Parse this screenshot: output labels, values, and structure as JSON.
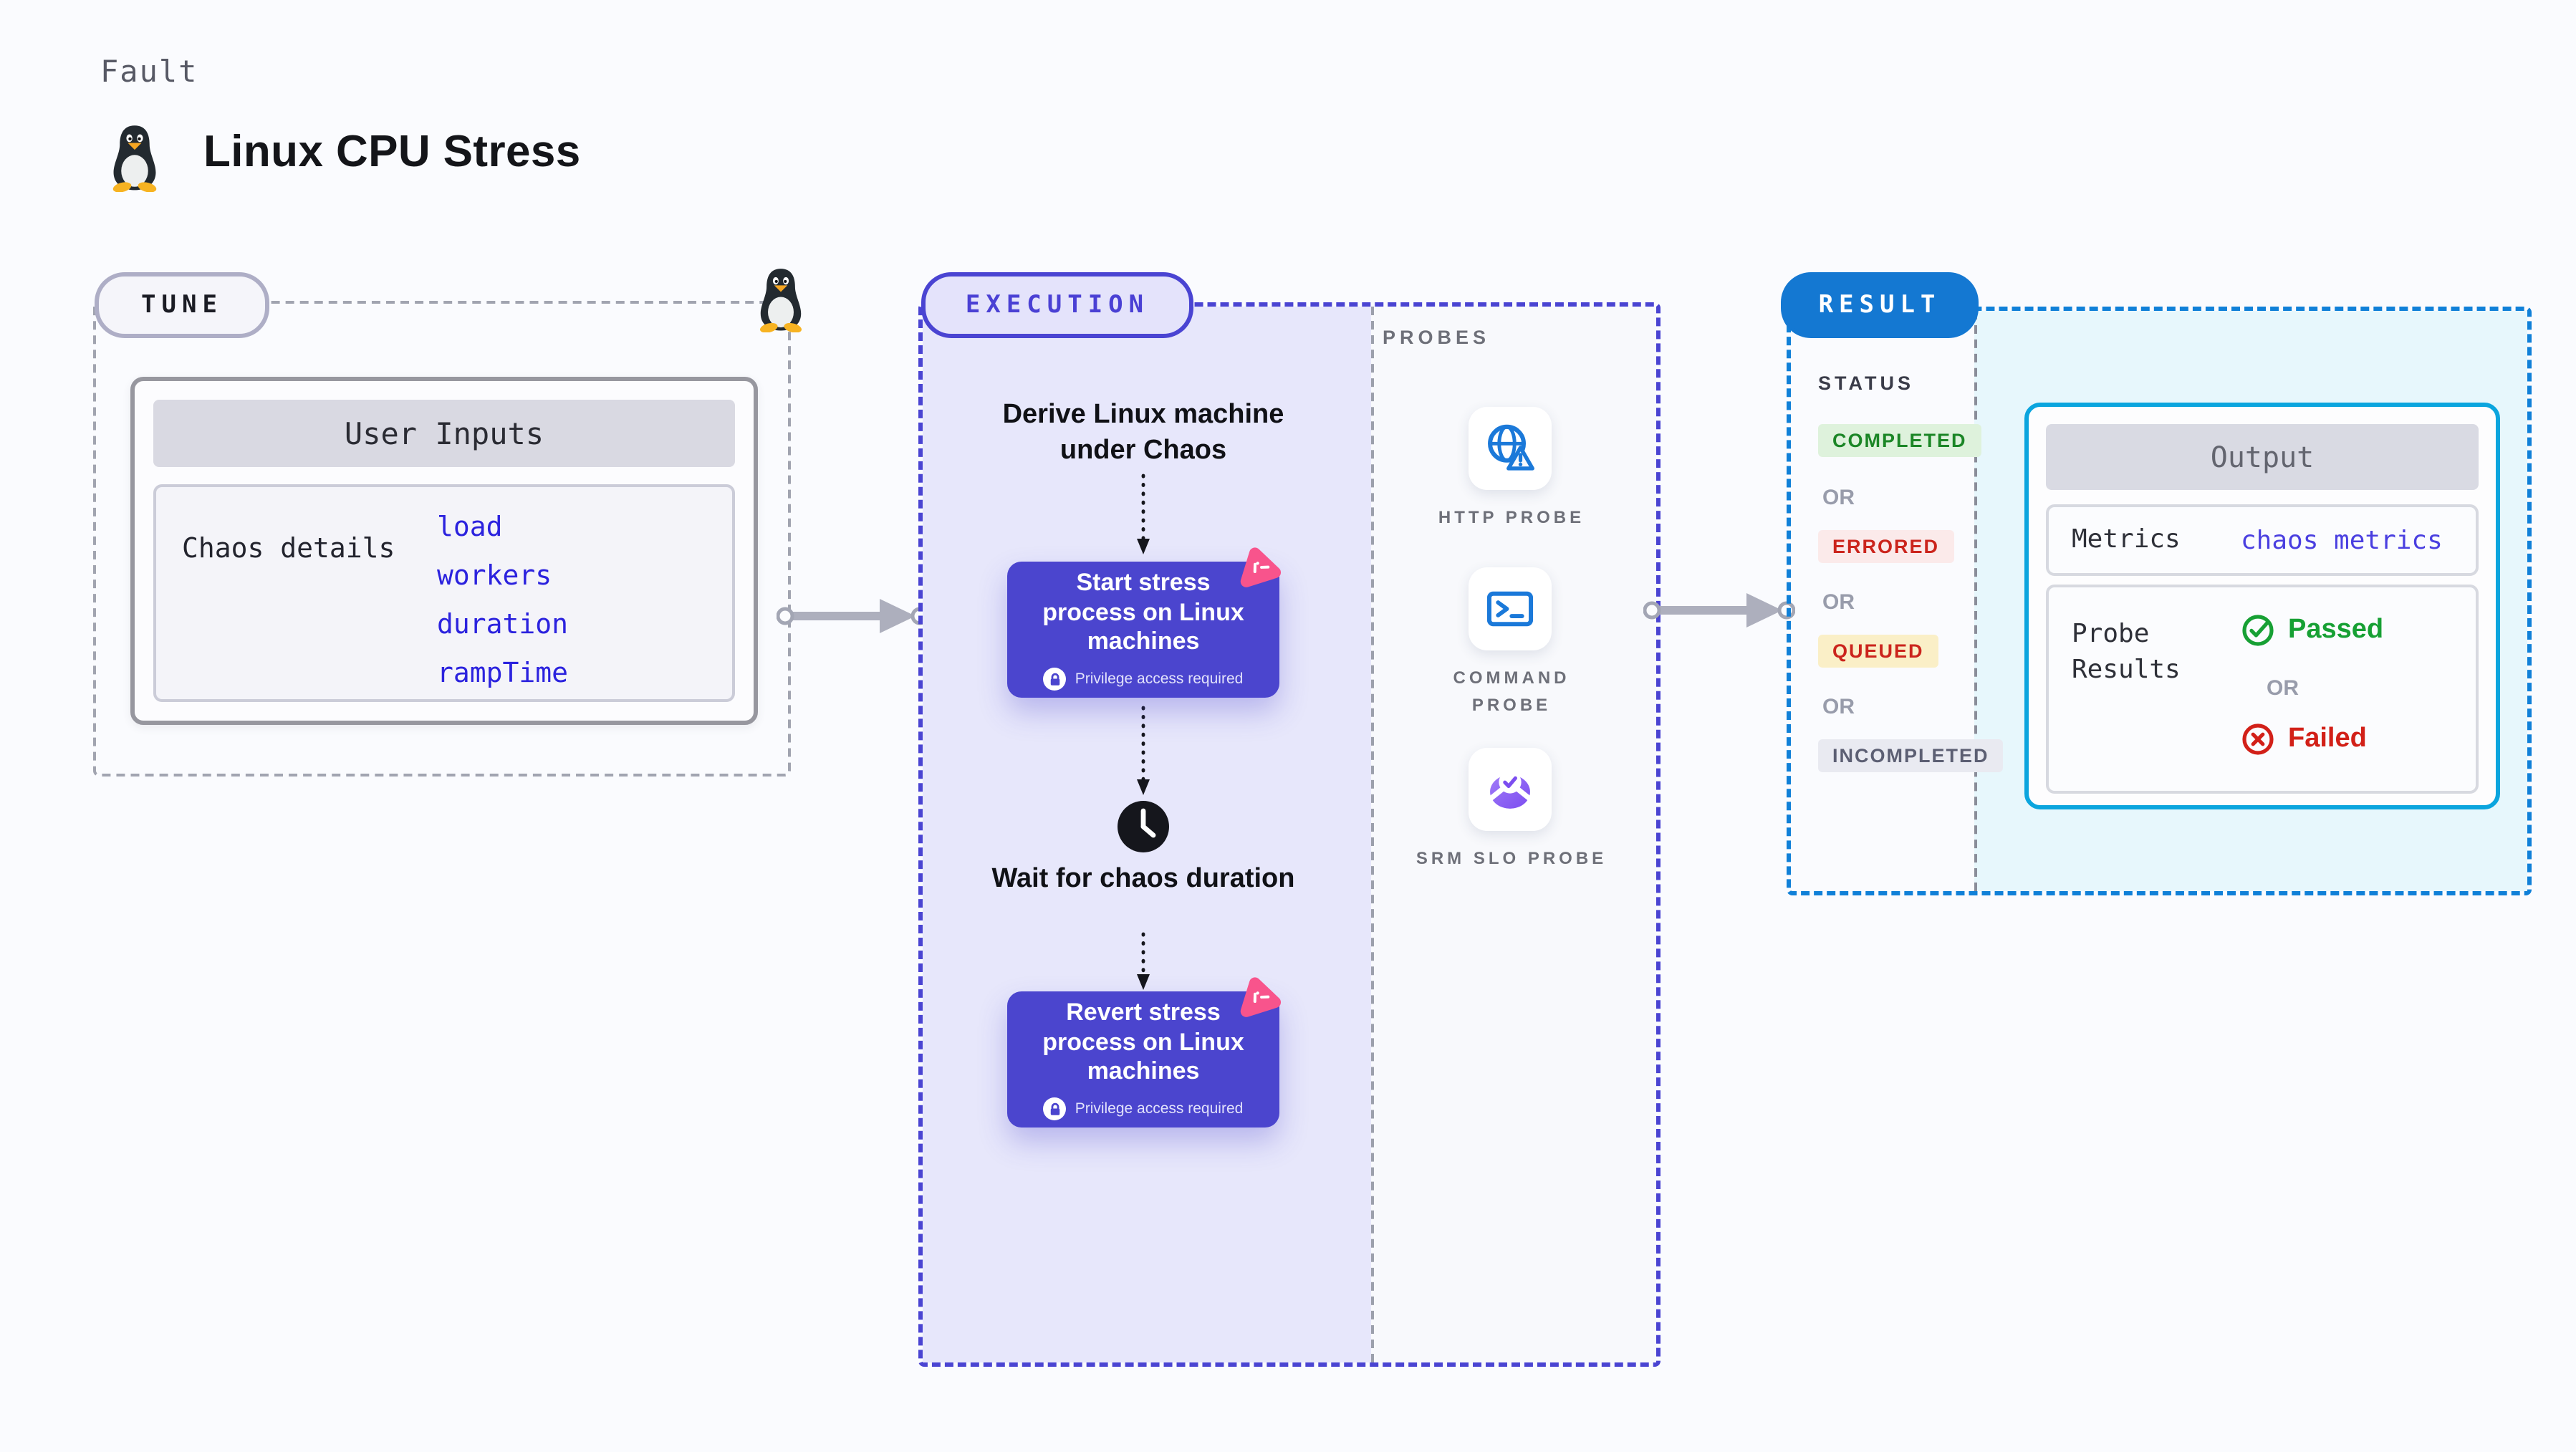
{
  "page": {
    "kicker": "Fault",
    "title": "Linux CPU Stress"
  },
  "tune": {
    "label": "TUNE",
    "card_header": "User Inputs",
    "row_label": "Chaos details",
    "links": [
      "load",
      "workers",
      "duration",
      "rampTime"
    ]
  },
  "execution": {
    "label": "EXECUTION",
    "derive_text": "Derive Linux machine under Chaos",
    "start": {
      "title": "Start stress process on Linux machines",
      "note": "Privilege access required"
    },
    "wait_text": "Wait for chaos duration",
    "revert": {
      "title": "Revert stress process on Linux machines",
      "note": "Privilege access required"
    }
  },
  "probes": {
    "label": "PROBES",
    "items": [
      {
        "name": "HTTP PROBE",
        "icon": "globe-alert-icon"
      },
      {
        "name": "COMMAND PROBE",
        "icon": "terminal-icon"
      },
      {
        "name": "SRM SLO PROBE",
        "icon": "slo-donut-icon"
      }
    ]
  },
  "result": {
    "label": "RESULT",
    "status_header": "STATUS",
    "or": "OR",
    "statuses": [
      {
        "text": "COMPLETED",
        "type": "completed"
      },
      {
        "text": "ERRORED",
        "type": "errored"
      },
      {
        "text": "QUEUED",
        "type": "queued"
      },
      {
        "text": "INCOMPLETED",
        "type": "incompleted"
      }
    ],
    "output": {
      "header": "Output",
      "metrics_label": "Metrics",
      "metrics_value": "chaos metrics",
      "probe_results_label": "Probe Results",
      "passed": "Passed",
      "failed": "Failed"
    }
  },
  "colors": {
    "page_bg": "#FAFBFE",
    "tune_border": "#A1A4B0",
    "execution_accent": "#4A44D2",
    "execution_panel": "#E7E7FB",
    "chaos_node": "#4B45CE",
    "chaos_icon_pink": "#F8548C",
    "probe_icon_blue": "#1B79D9",
    "slo_purple": "#7C4DF0",
    "result_accent": "#1080D8",
    "result_panel": "#E7F7FC",
    "output_border": "#0BA5DE",
    "link_blue": "#2B22DE",
    "passed_green": "#17A034",
    "failed_red": "#D22018",
    "completed_green": "#1B8626",
    "errored_red": "#CB241C"
  }
}
